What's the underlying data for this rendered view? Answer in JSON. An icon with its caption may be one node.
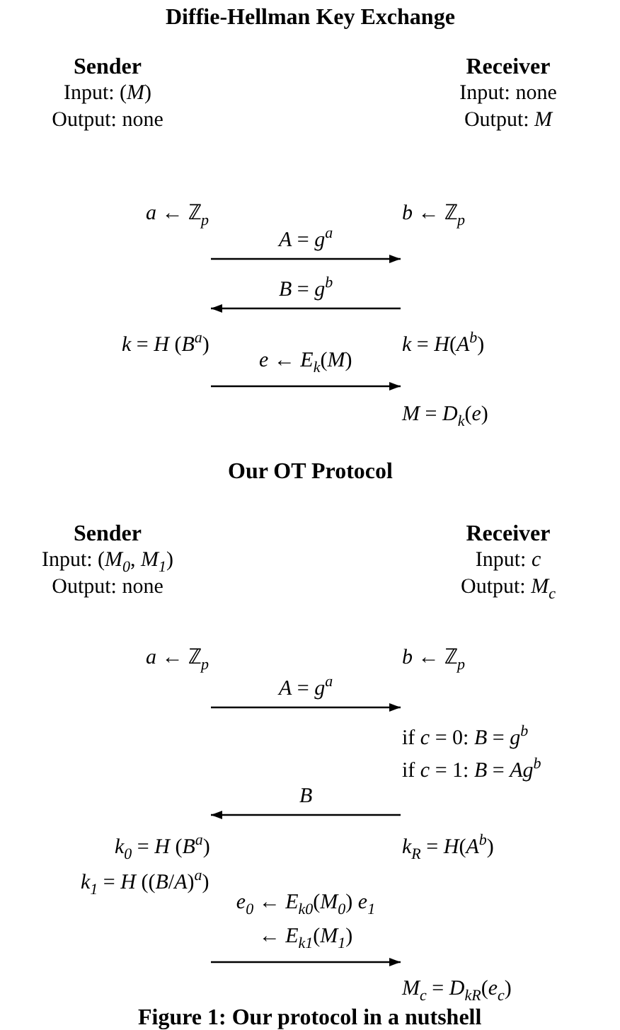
{
  "diagram": {
    "caption": "Figure 1: Our protocol in a nutshell",
    "nodes": [
      {
        "text": [
          "Sender",
          "Input: (*M*)",
          "Output: none"
        ]
      },
      {
        "text": [
          "Receiver",
          "Input: none",
          "Output: *M*"
        ]
      },
      {
        "text": [
          "Sender",
          "Input: (*M*$_{0}$, *M*$_{1}$)",
          "Output: none"
        ]
      },
      {
        "text": [
          "Receiver",
          "Input: *c*",
          "Output: *M*$_{c}$"
        ]
      }
    ],
    "edges": [
      {
        "from": 0,
        "to": 1,
        "arrow": "to",
        "label": "*A* = *g*$^{a}$"
      },
      {
        "from": 1,
        "to": 0,
        "arrow": "to",
        "label": "*B* = *g*$^{b}$"
      },
      {
        "from": 0,
        "to": 1,
        "arrow": "to",
        "label": "*e* ← *E*$_{k}$(*M*)"
      },
      {
        "from": 2,
        "to": 3,
        "arrow": "to",
        "label": "*A* = *g*$^{a}$"
      },
      {
        "from": 3,
        "to": 2,
        "arrow": "to",
        "label": "*B*"
      },
      {
        "from": 2,
        "to": 3,
        "arrow": "to",
        "label": "*e*$_{0}$ ← *E*$_{k0}$(*M*$_{0}$) *e*$_{1}$ ← *E*$_{k1}$(*M*$_{1}$)"
      }
    ],
    "labels": [
      "Diffie-Hellman Key Exchange",
      "*a* ← ℤ$_{p}$",
      "*b* ← ℤ$_{p}$",
      "*k* = *H* (*B*$^{a}$)",
      "*k* = *H*(*A*$^{b}$)",
      "*M* = *D*$_{k}$(*e*)",
      "Our OT Protocol",
      "*a* ← ℤ$_{p}$",
      "*b* ← ℤ$_{p}$",
      "if *c* = 0: *B* = *g*$^{b}$",
      "if *c* = 1: *B* = *Ag*$^{b}$",
      "*k*$_{0}$ = *H* (*B*$^{a}$)",
      "*k*$_{R}$ = *H*(*A*$^{b}$)",
      "*k*$_{1}$ = *H* ((*B*/*A*)$^{a}$)",
      "*M*$_{c}$ = *D*$_{kR}$(*e*$_{c}$)"
    ]
  }
}
